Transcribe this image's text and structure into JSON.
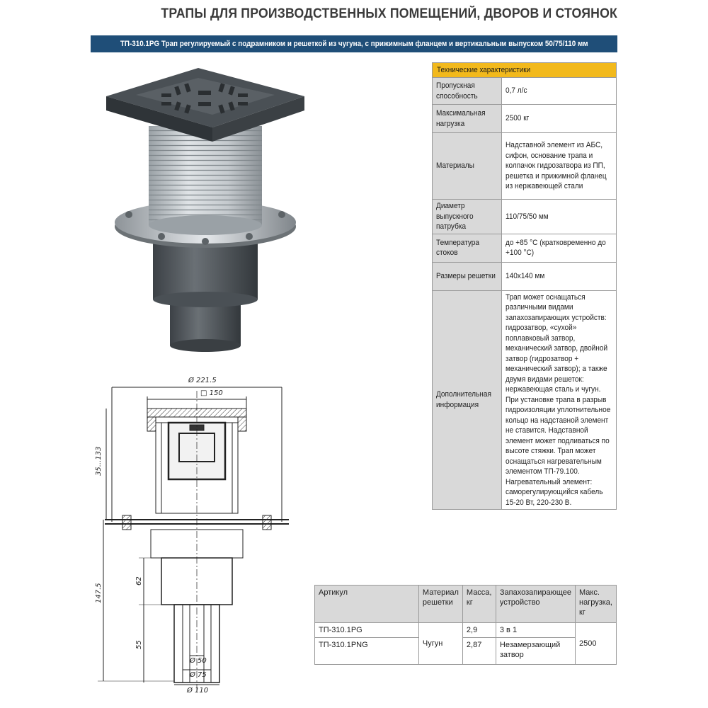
{
  "header": {
    "title": "ТРАПЫ ДЛЯ ПРОИЗВОДСТВЕННЫХ ПОМЕЩЕНИЙ, ДВОРОВ И СТОЯНОК",
    "banner": "ТП-310.1PG Трап регулируемый с подрамником и решеткой из чугуна, с прижимным фланцем и вертикальным выпуском 50/75/110 мм"
  },
  "specs": {
    "header": "Технические характеристики",
    "rows": [
      {
        "key": "Пропускная способность",
        "value": "0,7 л/с"
      },
      {
        "key": "Максимальная нагрузка",
        "value": "2500 кг"
      },
      {
        "key": "Материалы",
        "value": "Надставной элемент из АБС, сифон, основание трапа и колпачок гидрозатвора из ПП, решетка и прижимной фланец из нержавеющей стали"
      },
      {
        "key": "Диаметр выпускного патрубка",
        "value": "110/75/50  мм"
      },
      {
        "key": "Температура стоков",
        "value": "до +85 °C (кратковременно до +100 °C)"
      },
      {
        "key": "Размеры решетки",
        "value": "140x140 мм"
      },
      {
        "key": "Дополнительная информация",
        "value": "Трап может оснащаться различными видами запахозапирающих устройств: гидрозатвор, «сухой» поплавковый затвор, механический затвор, двойной затвор (гидрозатвор + механический затвор); а также двумя видами решеток: нержавеющая сталь и чугун. При установке трапа в разрыв гидроизоляции уплотнительное кольцо на надставной элемент не ставится. Надставной элемент может подливаться по высоте стяжки. Трап может оснащаться нагревательным элементом ТП-79.100. Нагревательный элемент: саморегулирующийся кабель 15-20 Вт, 220-230 В."
      }
    ]
  },
  "articles": {
    "headers": {
      "article": "Артикул",
      "grate": "Материал решетки",
      "mass": "Масса, кг",
      "lock": "Запахозапирающее устройство",
      "load": "Макс. нагрузка, кг"
    },
    "grate_material": "Чугун",
    "load": "2500",
    "rows": [
      {
        "article": "ТП-310.1PG",
        "mass": "2,9",
        "lock": "3 в 1"
      },
      {
        "article": "ТП-310.1PNG",
        "mass": "2,87",
        "lock": "Незамерзающий затвор"
      }
    ]
  },
  "drawing": {
    "d_flange": "Ø 221.5",
    "sq_top": "□ 150",
    "h_adjust": "35...133",
    "h_total": "147.5",
    "h_62": "62",
    "h_55": "55",
    "d_50": "Ø 50",
    "d_75": "Ø 75",
    "d_110": "Ø 110"
  }
}
